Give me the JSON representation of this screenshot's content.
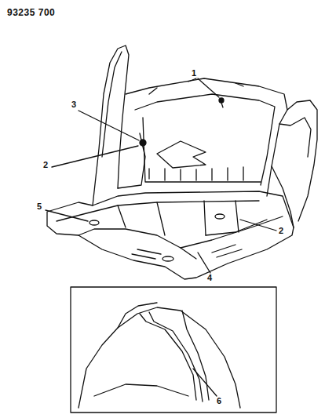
{
  "diagram": {
    "labels": [
      "93235 700",
      "1",
      "3",
      "2",
      "5",
      "2",
      "4",
      "6"
    ]
  }
}
